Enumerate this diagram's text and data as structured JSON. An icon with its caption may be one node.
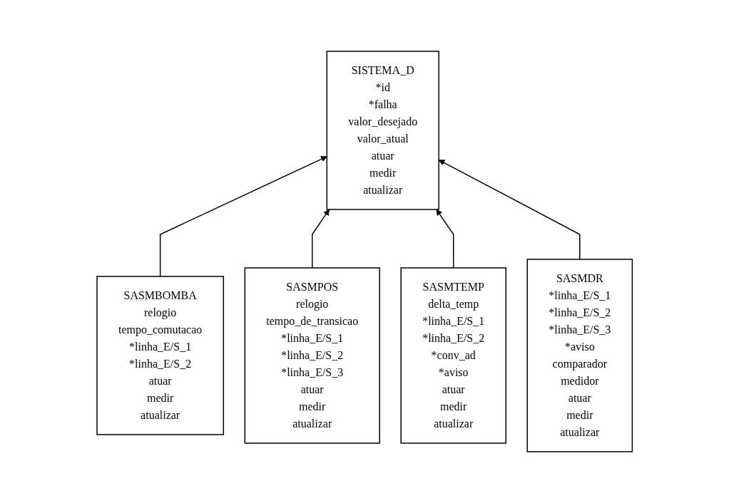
{
  "diagram": {
    "nodes": [
      {
        "text": [
          "SISTEMA_D",
          "*id *falha valor_desejado valor_atual",
          "atuar medir atualizar"
        ]
      },
      {
        "text": [
          "SASMBOMBA",
          "relogio tempo_comutacao *linha_E/S_1 *linha_E/S_2",
          "atuar medir atualizar"
        ]
      },
      {
        "text": [
          "SASMPOS",
          "relogio tempo_de_transicao *linha_E/S_1 *linha_E/S_2 *linha_E/S_3",
          "atuar medir atualizar"
        ]
      },
      {
        "text": [
          "SASMTEMP",
          "delta_temp *linha_E/S_1 *linha_E/S_2 *conv_ad *aviso",
          "atuar medir atualizar"
        ]
      },
      {
        "text": [
          "SASMDR",
          "*linha_E/S_1 *linha_E/S_2 *linha_E/S_3 *aviso comparador medidor",
          "atuar medir atualizar"
        ]
      }
    ],
    "edges": [
      {
        "from": 1,
        "to": 0,
        "arrow": "to"
      },
      {
        "from": 2,
        "to": 0,
        "arrow": "to"
      },
      {
        "from": 3,
        "to": 0,
        "arrow": "to"
      },
      {
        "from": 4,
        "to": 0,
        "arrow": "to"
      }
    ]
  }
}
